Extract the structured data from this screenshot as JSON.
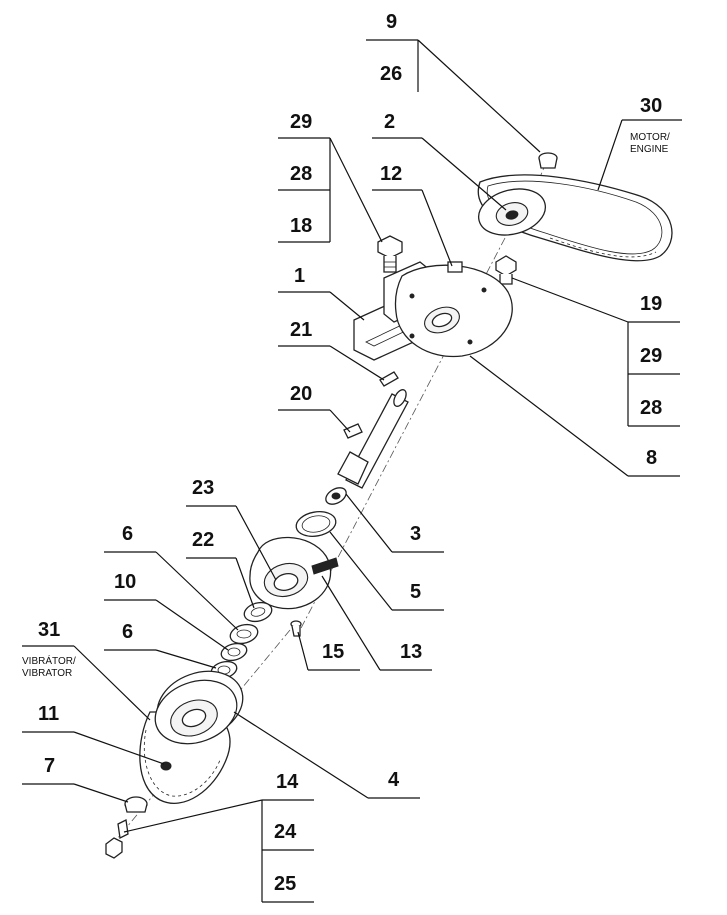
{
  "labels": {
    "p9": "9",
    "p26": "26",
    "p30": "30",
    "p29a": "29",
    "p2": "2",
    "p28a": "28",
    "p12": "12",
    "p18": "18",
    "p1": "1",
    "p19": "19",
    "p21": "21",
    "p29b": "29",
    "p20": "20",
    "p28b": "28",
    "p8": "8",
    "p23": "23",
    "p3": "3",
    "p6a": "6",
    "p22": "22",
    "p5": "5",
    "p10": "10",
    "p6b": "6",
    "p13": "13",
    "p15": "15",
    "p31": "31",
    "p11": "11",
    "p4": "4",
    "p7": "7",
    "p14": "14",
    "p24": "24",
    "p25": "25"
  },
  "captions": {
    "motor_line1": "MOTOR/",
    "motor_line2": "ENGINE",
    "vibrator_line1": "VIBRÁTOR/",
    "vibrator_line2": "VIBRATOR"
  }
}
